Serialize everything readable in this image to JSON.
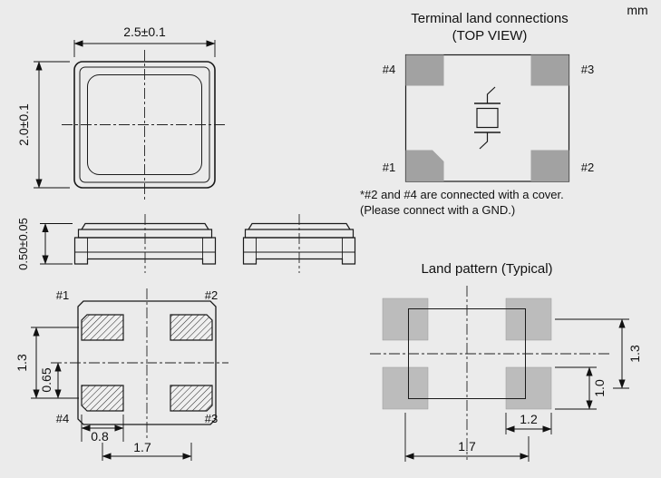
{
  "units_label": "mm",
  "package_top_view": {
    "width_dim": "2.5±0.1",
    "height_dim": "2.0±0.1"
  },
  "package_side_view": {
    "height_dim": "0.50±0.05"
  },
  "package_bottom_view": {
    "pads": {
      "pad1": "#1",
      "pad2": "#2",
      "pad3": "#3",
      "pad4": "#4"
    },
    "vertical_pitch_dim": "1.3",
    "vertical_half_pitch_dim": "0.65",
    "pad_width_dim": "0.8",
    "horizontal_pitch_dim": "1.7"
  },
  "terminal_land_connections": {
    "title": "Terminal land connections",
    "subtitle": "(TOP VIEW)",
    "pads": {
      "pad1": "#1",
      "pad2": "#2",
      "pad3": "#3",
      "pad4": "#4"
    },
    "note_line1": "*#2 and #4 are connected with a cover.",
    "note_line2": "(Please connect with a GND.)"
  },
  "land_pattern": {
    "title": "Land pattern (Typical)",
    "vertical_pitch_dim": "1.3",
    "pad_height_dim": "1.0",
    "pad_width_dim": "1.2",
    "horizontal_pitch_dim": "1.7"
  }
}
